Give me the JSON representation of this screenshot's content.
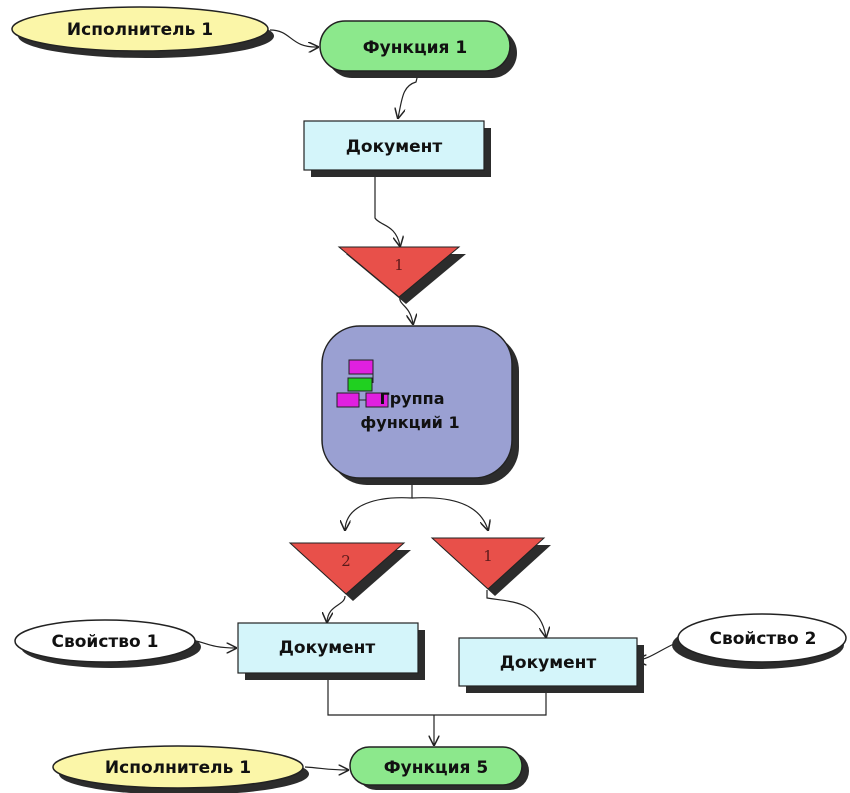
{
  "diagram": {
    "performer_top": "Исполнитель 1",
    "function_top": "Функция 1",
    "document_top": "Документ",
    "triangle_top": "1",
    "group_line1": "Группа",
    "group_line2": "функций 1",
    "triangle_left": "2",
    "triangle_right": "1",
    "property_left": "Свойство 1",
    "document_left": "Документ",
    "document_right": "Документ",
    "property_right": "Свойство 2",
    "performer_bottom": "Исполнитель 1",
    "function_bottom": "Функция 5"
  },
  "colors": {
    "performer_fill": "#fbf6a8",
    "function_fill": "#8ce88c",
    "document_fill": "#d4f5fa",
    "triangle_fill": "#e8504a",
    "group_fill": "#9aa0d2",
    "property_fill": "#ffffff",
    "group_icon_magenta": "#e020e0",
    "group_icon_green": "#20d020"
  }
}
